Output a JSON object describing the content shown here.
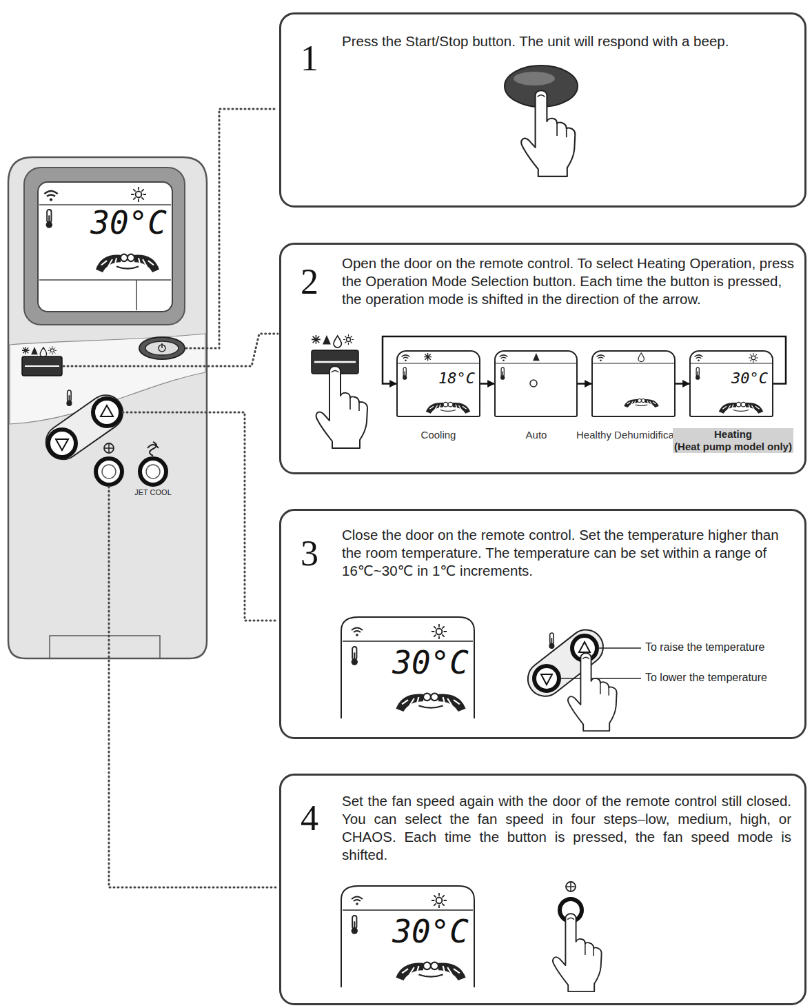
{
  "diagram": {
    "nodes": [
      {
        "text": [
          "1",
          "Press the Start/Stop button. The unit will respond with a beep."
        ]
      },
      {
        "text": [
          "2",
          "Open the door on the remote control. To select Heating Operation, press the Operation Mode Selection button. Each time the button is pressed, the operation mode is shifted in the direction of the arrow."
        ]
      },
      {
        "text": [
          "18°C",
          "Cooling"
        ],
        "in": 1
      },
      {
        "text": [
          "Auto"
        ],
        "in": 1
      },
      {
        "text": [
          "Healthy Dehumidification"
        ],
        "in": 1
      },
      {
        "text": [
          "30°C",
          "Heating",
          "(Heat pump model only)"
        ],
        "in": 1
      },
      {
        "text": [
          "3",
          "Close the door on the remote control. Set the temperature higher than the room temperature. The temperature can be set within a range of 16℃~30℃ in 1℃ increments."
        ]
      },
      {
        "text": [
          "4",
          "Set the fan speed again with the door of the remote control still closed. You can select the fan speed in four steps–low, medium, high, or CHAOS. Each time the button is pressed, the fan speed mode is shifted."
        ]
      }
    ],
    "edges": [
      {
        "from": 2,
        "to": 3,
        "arrow": "to"
      },
      {
        "from": 3,
        "to": 4,
        "arrow": "to"
      },
      {
        "from": 4,
        "to": 5,
        "arrow": "to"
      },
      {
        "from": 5,
        "to": 2,
        "arrow": "to"
      }
    ],
    "labels": [
      "30°C",
      "JET COOL",
      "30°C",
      "To raise the temperature",
      "To lower the temperature",
      "30°C"
    ]
  }
}
